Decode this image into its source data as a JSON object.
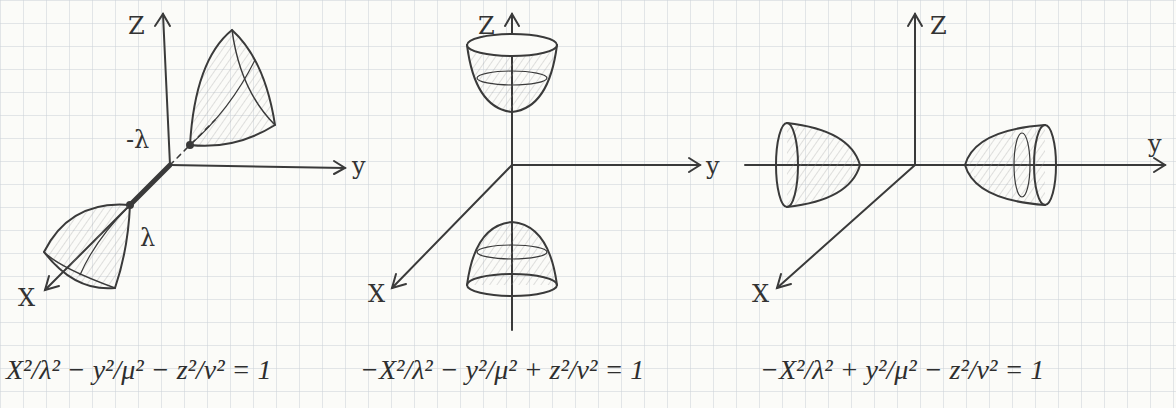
{
  "diagram": {
    "labels": [
      "Z",
      "y",
      "X",
      "λ",
      "-λ",
      "Z",
      "y",
      "X",
      "Z",
      "y",
      "X",
      "X²/λ² − y²/μ² − z²/ν² = 1",
      "−X²/λ² − y²/μ² + z²/ν² = 1",
      "−X²/λ² + y²/μ² − z²/ν² = 1"
    ]
  }
}
